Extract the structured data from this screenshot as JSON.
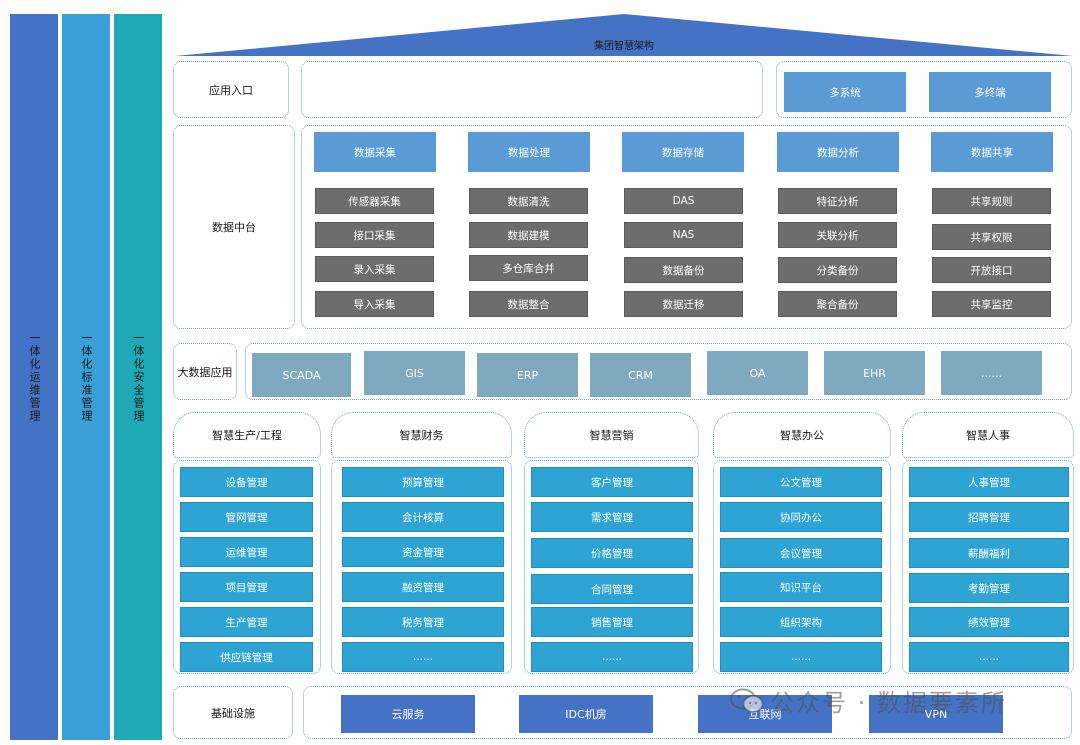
{
  "side_bars": [
    {
      "label": "一体化运维管理",
      "color": "#4472c4"
    },
    {
      "label": "一体化标准管理",
      "color": "#3a9fd6"
    },
    {
      "label": "一体化安全管理",
      "color": "#1fa9b4"
    }
  ],
  "roof_title": "集团智慧架构",
  "app_entry": {
    "label": "应用入口",
    "items": [
      "多系统",
      "多终端"
    ]
  },
  "data_platform": {
    "label": "数据中台",
    "columns": [
      {
        "title": "数据采集",
        "items": [
          "传感器采集",
          "接口采集",
          "录入采集",
          "导入采集"
        ]
      },
      {
        "title": "数据处理",
        "items": [
          "数据清洗",
          "数据建模",
          "多仓库合并",
          "数据整合"
        ]
      },
      {
        "title": "数据存储",
        "items": [
          "DAS",
          "NAS",
          "数据备份",
          "数据迁移"
        ]
      },
      {
        "title": "数据分析",
        "items": [
          "特征分析",
          "关联分析",
          "分类备份",
          "聚合备份"
        ]
      },
      {
        "title": "数据共享",
        "items": [
          "共享规则",
          "共享权限",
          "开放接口",
          "共享监控"
        ]
      }
    ]
  },
  "big_data": {
    "label": "大数据应用",
    "items": [
      "SCADA",
      "GIS",
      "ERP",
      "CRM",
      "OA",
      "EHR",
      "......"
    ]
  },
  "smart_groups": [
    {
      "title": "智慧生产/工程",
      "items": [
        "设备管理",
        "管网管理",
        "运维管理",
        "项目管理",
        "生产管理",
        "供应链管理"
      ]
    },
    {
      "title": "智慧财务",
      "items": [
        "预算管理",
        "会计核算",
        "资金管理",
        "融资管理",
        "税务管理",
        "......"
      ]
    },
    {
      "title": "智慧营销",
      "items": [
        "客户管理",
        "需求管理",
        "价格管理",
        "合同管理",
        "销售管理",
        "......"
      ]
    },
    {
      "title": "智慧办公",
      "items": [
        "公文管理",
        "协同办公",
        "会议管理",
        "知识平台",
        "组织架构",
        "......"
      ]
    },
    {
      "title": "智慧人事",
      "items": [
        "人事管理",
        "招聘管理",
        "薪酬福利",
        "考勤管理",
        "绩效管理",
        "......"
      ]
    }
  ],
  "infrastructure": {
    "label": "基础设施",
    "items": [
      "云服务",
      "IDC机房",
      "互联网",
      "VPN"
    ]
  },
  "watermark": "公众号 · 数据要素所"
}
